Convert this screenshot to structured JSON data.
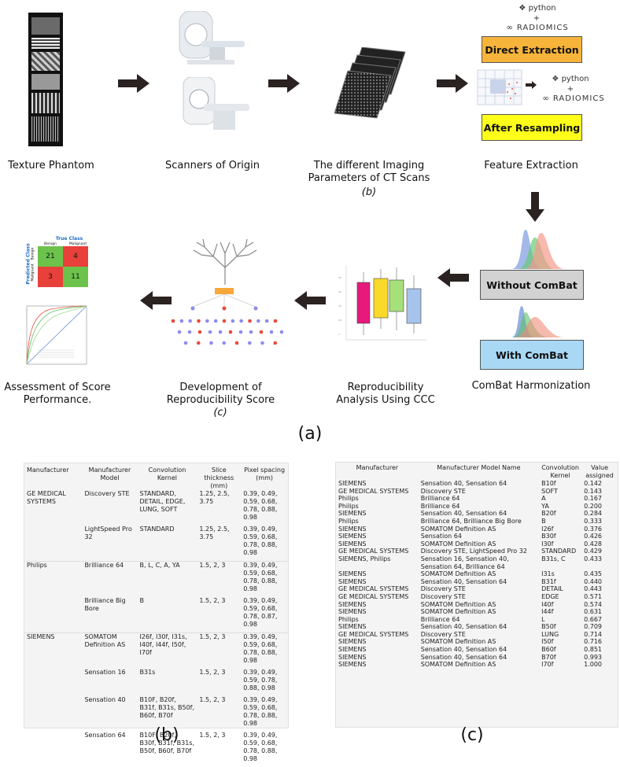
{
  "panel_a": {
    "steps_top": [
      {
        "label": "Texture Phantom"
      },
      {
        "label": "Scanners of Origin"
      },
      {
        "label": "The different Imaging Parameters of CT Scans",
        "sub": "(b)"
      },
      {
        "label": "Feature Extraction"
      }
    ],
    "python_text": "python",
    "plus": "+",
    "radiomics_text": "RADIOMICS",
    "direct_extraction": "Direct Extraction",
    "after_resampling": "After Resampling",
    "without_combat": "Without ComBat",
    "with_combat": "With ComBat",
    "combat_harmonization": "ComBat Harmonization",
    "reproducibility_analysis": "Reproducibility Analysis Using CCC",
    "development_score": "Development of Reproducibility Score",
    "development_sub": "(c)",
    "assessment": "Assessment of Score Performance.",
    "confusion": {
      "title": "True Class",
      "y_title": "Predicted Class",
      "col_labels": [
        "Benign",
        "Malignant"
      ],
      "row_labels": [
        "Benign",
        "Malignant"
      ],
      "cells": [
        21,
        4,
        3,
        11
      ]
    },
    "caption": "(a)"
  },
  "table_b": {
    "headers": [
      "Manufacturer",
      "Manufacturer Model",
      "Convolution Kernel",
      "Slice thickness (mm)",
      "Pixel spacing (mm)"
    ],
    "rows": [
      [
        "GE MEDICAL SYSTEMS",
        "Discovery STE",
        "STANDARD, DETAIL, EDGE, LUNG, SOFT",
        "1.25, 2.5, 3.75",
        "0.39, 0.49, 0.59, 0.68, 0.78, 0.88, 0.98"
      ],
      [
        "",
        "LightSpeed Pro 32",
        "STANDARD",
        "1.25, 2.5, 3.75",
        "0.39, 0.49, 0.59, 0.68, 0.78, 0.88, 0.98"
      ],
      [
        "Philips",
        "Brilliance 64",
        "B, L, C, A, YA",
        "1.5, 2, 3",
        "0.39, 0.49, 0.59, 0.68, 0.78, 0.88, 0.98"
      ],
      [
        "",
        "Brilliance Big Bore",
        "B",
        "1.5, 2, 3",
        "0.39, 0.49, 0.59, 0.68, 0.78, 0.87, 0.98"
      ],
      [
        "SIEMENS",
        "SOMATOM Definition AS",
        "I26f, I30f, I31s, I40f, I44f, I50f, I70f",
        "1.5, 2, 3",
        "0.39, 0.49, 0.59, 0.68, 0.78, 0.88, 0.98"
      ],
      [
        "",
        "Sensation 16",
        "B31s",
        "1.5, 2, 3",
        "0.39, 0.49, 0.59, 0.78, 0.88, 0.98"
      ],
      [
        "",
        "Sensation 40",
        "B10F, B20f, B31f, B31s, B50f, B60f, B70f",
        "1.5, 2, 3",
        "0.39, 0.49, 0.59, 0.68, 0.78, 0.88, 0.98"
      ],
      [
        "",
        "Sensation 64",
        "B10F, B20f, B30f, B31f, B31s, B50f, B60f, B70f",
        "1.5, 2, 3",
        "0.39, 0.49, 0.59, 0.68, 0.78, 0.88, 0.98"
      ]
    ],
    "caption": "(b)"
  },
  "table_c": {
    "headers": [
      "Manufacturer",
      "Manufacturer Model Name",
      "Convolution Kernel",
      "Value assigned"
    ],
    "rows": [
      [
        "SIEMENS",
        "Sensation 40, Sensation 64",
        "B10f",
        "0.142"
      ],
      [
        "GE MEDICAL SYSTEMS",
        "Discovery STE",
        "SOFT",
        "0.143"
      ],
      [
        "Philips",
        "Brilliance 64",
        "A",
        "0.167"
      ],
      [
        "Philips",
        "Brilliance 64",
        "YA",
        "0.200"
      ],
      [
        "SIEMENS",
        "Sensation 40,  Sensation 64",
        "B20f",
        "0.284"
      ],
      [
        "Philips",
        "Brilliance 64,  Brilliance Big Bore",
        "B",
        "0.333"
      ],
      [
        "SIEMENS",
        "SOMATOM Definition AS",
        "I26f",
        "0.376"
      ],
      [
        "SIEMENS",
        "Sensation 64",
        "B30f",
        "0.426"
      ],
      [
        "SIEMENS",
        "SOMATOM Definition AS",
        "I30f",
        "0.428"
      ],
      [
        "GE MEDICAL SYSTEMS",
        "Discovery STE,  LightSpeed Pro 32",
        "STANDARD",
        "0.429"
      ],
      [
        "SIEMENS, Philips",
        "Sensation 16,  Sensation 40, Sensation 64,  Brilliance 64",
        "B31s, C",
        "0.433"
      ],
      [
        "SIEMENS",
        "SOMATOM Definition AS",
        "I31s",
        "0.435"
      ],
      [
        "SIEMENS",
        "Sensation 40,  Sensation 64",
        "B31f",
        "0.440"
      ],
      [
        "GE MEDICAL SYSTEMS",
        "Discovery STE",
        "DETAIL",
        "0.443"
      ],
      [
        "GE MEDICAL SYSTEMS",
        "Discovery STE",
        "EDGE",
        "0.571"
      ],
      [
        "SIEMENS",
        "SOMATOM Definition AS",
        "I40f",
        "0.574"
      ],
      [
        "SIEMENS",
        "SOMATOM Definition AS",
        "I44f",
        "0.631"
      ],
      [
        "Philips",
        "Brilliance 64",
        "L",
        "0.667"
      ],
      [
        "SIEMENS",
        "Sensation 40,  Sensation 64",
        "B50f",
        "0.709"
      ],
      [
        "GE MEDICAL SYSTEMS",
        "Discovery STE",
        "LUNG",
        "0.714"
      ],
      [
        "SIEMENS",
        "SOMATOM Definition AS",
        "I50f",
        "0.716"
      ],
      [
        "SIEMENS",
        "Sensation 40,  Sensation 64",
        "B60f",
        "0.851"
      ],
      [
        "SIEMENS",
        "Sensation 40,  Sensation 64",
        "B70f",
        "0.993"
      ],
      [
        "SIEMENS",
        "SOMATOM Definition AS",
        "I70f",
        "1.000"
      ]
    ],
    "caption": "(c)"
  },
  "colors": {
    "arrow": "#2b2321",
    "orange_box": "#f7b43a",
    "yellow_box": "#ffff1a",
    "gray_box": "#d2d2d2",
    "blue_box": "#a9d8f5",
    "cm_green": "#6cc24a",
    "cm_red": "#e8403a"
  }
}
